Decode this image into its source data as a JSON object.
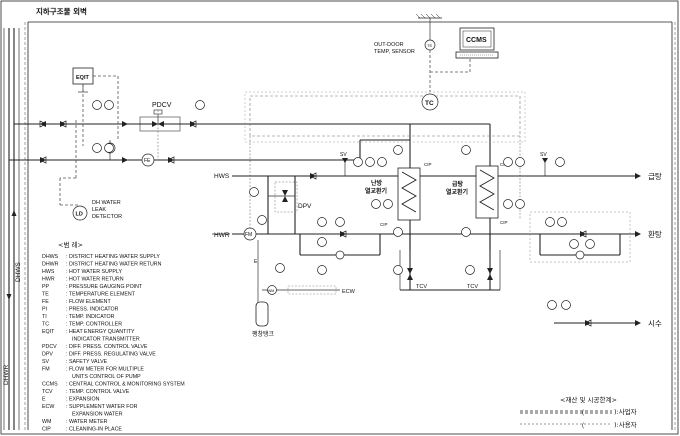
{
  "title": "지하구조물 외벽",
  "ccms_label": "CCMS",
  "outdoor_sensor": [
    "OUT-DOOR",
    "TEMP, SENSOR"
  ],
  "pdcv_label": "PDCV",
  "dpv_label": "DPV",
  "tc_label": "TC",
  "eqit_label": "EQIT",
  "ld_label": "LD",
  "dh_leak": [
    "DH WATER",
    "LEAK",
    "DETECTOR"
  ],
  "hws_label": "HWS",
  "hwr_label": "HWR",
  "ecw_label": "ECW",
  "sv_label": "SV",
  "tcv_label": "TCV",
  "cip_label": "CIP",
  "fm_label": "FM",
  "fe_label": "FE",
  "wm_label": "WM",
  "e_label": "E",
  "heating_hx": [
    "난방",
    "열교환기"
  ],
  "hotwater_hx": [
    "급탕",
    "열교환기"
  ],
  "expansion_tank": "팽창탱크",
  "out_supply": "급탕",
  "out_return": "환탕",
  "out_city": "시수",
  "dhws_side": "DHWS",
  "dhwr_side": "DHWR",
  "legend_title": "<범   례>",
  "legend": [
    {
      "code": "DHWS",
      "desc": ": DISTRICT HEATING WATER SUPPLY"
    },
    {
      "code": "DHWR",
      "desc": ": DISTRICT HEATING WATER RETURN"
    },
    {
      "code": "HWS",
      "desc": ": HOT WATER SUPPLY"
    },
    {
      "code": "HWR",
      "desc": ": HOT WATER RETURN"
    },
    {
      "code": "PP",
      "desc": ": PRESSURE GAUGING POINT"
    },
    {
      "code": "TE",
      "desc": ": TEMPERATURE ELEMENT"
    },
    {
      "code": "FE",
      "desc": ": FLOW ELEMENT"
    },
    {
      "code": "PI",
      "desc": ": PRESS. INDICATOR"
    },
    {
      "code": "TI",
      "desc": ": TEMP. INDICATOR"
    },
    {
      "code": "TC",
      "desc": ": TEMP. CONTROLLER"
    },
    {
      "code": "EQIT",
      "desc": ": HEAT ENERGY QUANTITY"
    },
    {
      "code": "",
      "desc": "INDICATOR TRANSMITTER"
    },
    {
      "code": "PDCV",
      "desc": ": DIFF. PRESS. CONTROL VALVE"
    },
    {
      "code": "DPV",
      "desc": ": DIFF. PRESS. REGULATING VALVE"
    },
    {
      "code": "SV",
      "desc": ": SAFETY VALVE"
    },
    {
      "code": "FM",
      "desc": ": FLOW METER FOR MULTIPLE"
    },
    {
      "code": "",
      "desc": "UNITS CONTROL OF PUMP"
    },
    {
      "code": "CCMS",
      "desc": ": CENTRAL CONTROL & MONITORING SYSTEM"
    },
    {
      "code": "TCV",
      "desc": ": TEMP. CONTROL VALVE"
    },
    {
      "code": "E",
      "desc": ": EXPANSION"
    },
    {
      "code": "ECW",
      "desc": ": SUPPLEMENT WATER FOR"
    },
    {
      "code": "",
      "desc": "EXPANSION WATER"
    },
    {
      "code": "WM",
      "desc": ": WATER METER"
    },
    {
      "code": "CIP",
      "desc": ": CLEANING-IN PLACE"
    }
  ],
  "boundary_title": "<재산 및 시공한계>",
  "boundary_a": "):사업자",
  "boundary_b": "):사용자"
}
